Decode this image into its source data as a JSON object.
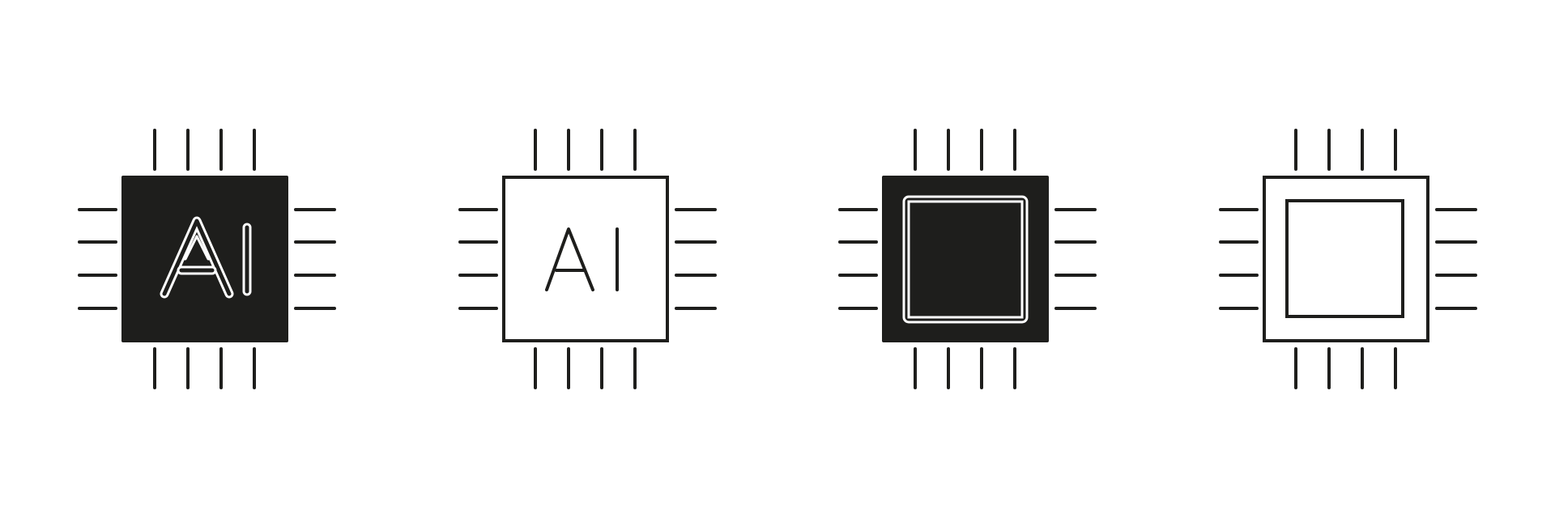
{
  "colors": {
    "ink": "#1e1e1c",
    "background": "#ffffff"
  },
  "icons": [
    {
      "id": "ai-chip-filled",
      "style": "filled",
      "label": "AI",
      "icon_name": "ai-chip-filled-icon"
    },
    {
      "id": "ai-chip-outline",
      "style": "outline",
      "label": "AI",
      "icon_name": "ai-chip-outline-icon"
    },
    {
      "id": "cpu-chip-filled",
      "style": "filled",
      "label": "",
      "icon_name": "cpu-chip-filled-icon"
    },
    {
      "id": "cpu-chip-outline",
      "style": "outline",
      "label": "",
      "icon_name": "cpu-chip-outline-icon"
    }
  ]
}
